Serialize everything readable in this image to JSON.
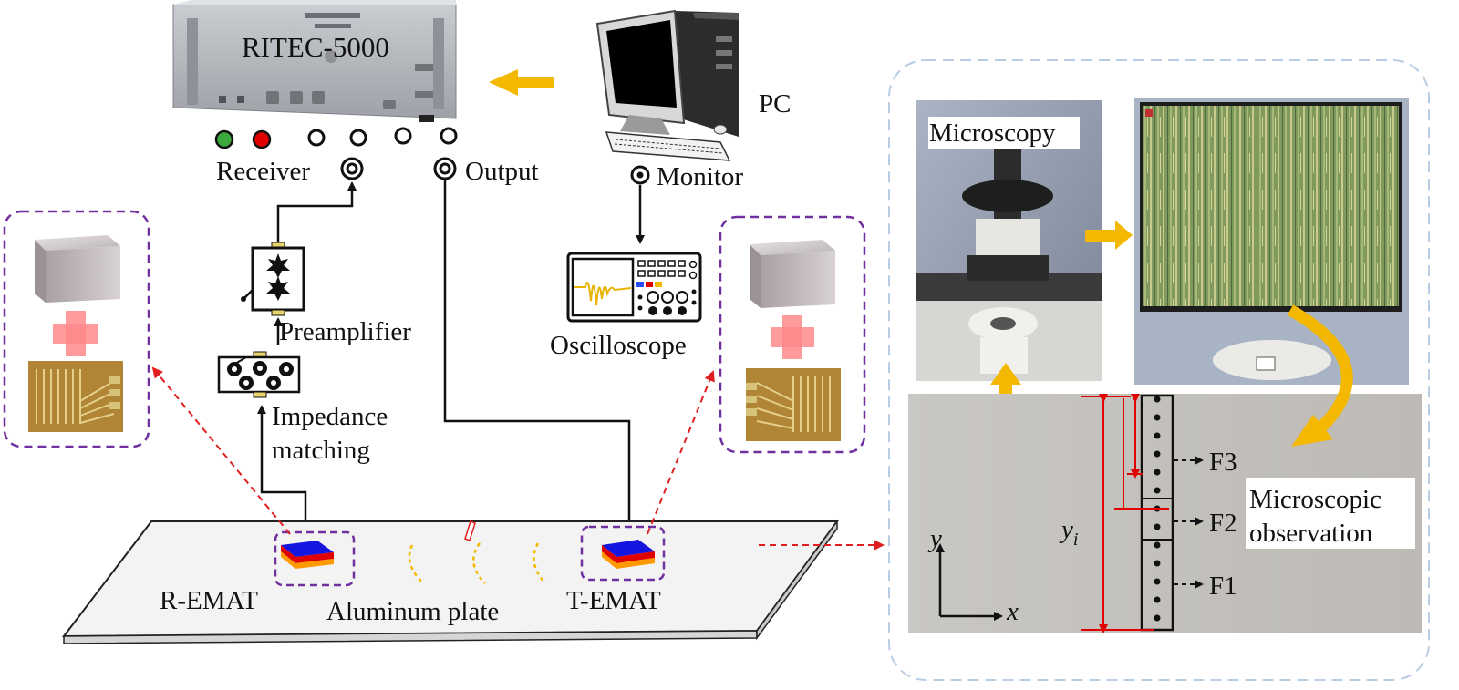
{
  "labels": {
    "ritec": "RITEC-5000",
    "pc": "PC",
    "receiver": "Receiver",
    "output": "Output",
    "monitor": "Monitor",
    "preamplifier": "Preamplifier",
    "impedance_line1": "Impedance",
    "impedance_line2": "matching",
    "oscilloscope": "Oscilloscope",
    "r_emat": "R-EMAT",
    "aluminum_plate": "Aluminum plate",
    "t_emat": "T-EMAT",
    "microscopy": "Microscopy",
    "microscopic_line1": "Microscopic",
    "microscopic_line2": "observation",
    "f1": "F1",
    "f2": "F2",
    "f3": "F3",
    "axis_y": "y",
    "axis_x": "x",
    "yi_main": "y",
    "yi_sub": "i"
  },
  "colors": {
    "flow_arrow": "#f5b800",
    "wave": "#f5b800",
    "dashed_box": "#7030a0",
    "dashed_link": "#e02020",
    "measure": "#e00000",
    "region_border": "#b8cce4",
    "emat_top": "#1515e0",
    "emat_mid": "#e00000",
    "emat_bot": "#ff9900",
    "plus": "#ff8888"
  }
}
